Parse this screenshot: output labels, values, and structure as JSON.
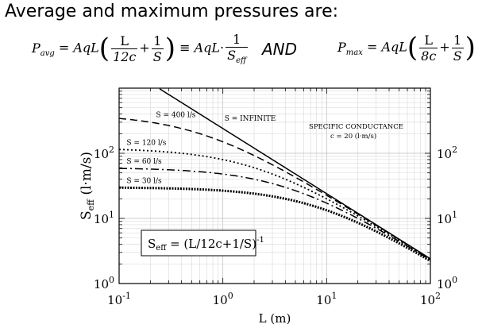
{
  "heading": "Average and maximum pressures are:",
  "formulas": {
    "avg_lhs": "P",
    "avg_sub": "avg",
    "eq": "=",
    "AqL": "AqL",
    "L": "L",
    "twelve_c": "12c",
    "one": "1",
    "S": "S",
    "plus": "+",
    "equiv": "≡",
    "dot": "·",
    "S_eff": "S",
    "eff_sub": "eff",
    "and": "AND",
    "max_lhs": "P",
    "max_sub": "max",
    "eight_c": "8c"
  },
  "chart_data": {
    "type": "line",
    "xlabel": "L (m)",
    "ylabel": "S",
    "ylabel_sub": "eff",
    "ylabel_unit": "(l·m/s)",
    "x_scale": "log",
    "y_scale": "log",
    "xlim": [
      0.1,
      100
    ],
    "ylim": [
      1,
      1000
    ],
    "x_ticks": [
      {
        "base": "10",
        "exp": "-1",
        "value": 0.1
      },
      {
        "base": "10",
        "exp": "0",
        "value": 1
      },
      {
        "base": "10",
        "exp": "1",
        "value": 10
      },
      {
        "base": "10",
        "exp": "2",
        "value": 100
      }
    ],
    "y_ticks": [
      {
        "base": "10",
        "exp": "0",
        "value": 1
      },
      {
        "base": "10",
        "exp": "1",
        "value": 10
      },
      {
        "base": "10",
        "exp": "2",
        "value": 100
      }
    ],
    "grid": true,
    "annotations": {
      "specific_conductance_line1": "SPECIFIC CONDUCTANCE",
      "specific_conductance_line2": "c = 20 (l·m/s)",
      "formula_box": "S",
      "formula_box_sub": "eff",
      "formula_box_rest": " = (L/12c+1/S)",
      "formula_box_sup": "-1"
    },
    "c": 20,
    "series": [
      {
        "name": "S = INFINITE",
        "S": null,
        "style": "solid"
      },
      {
        "name": "S = 400 l/s",
        "S": 400,
        "style": "dash"
      },
      {
        "name": "S = 120 l/s",
        "S": 120,
        "style": "dot"
      },
      {
        "name": "S = 60 l/s",
        "S": 60,
        "style": "dashdot"
      },
      {
        "name": "S = 30 l/s",
        "S": 30,
        "style": "thickdot"
      }
    ]
  }
}
